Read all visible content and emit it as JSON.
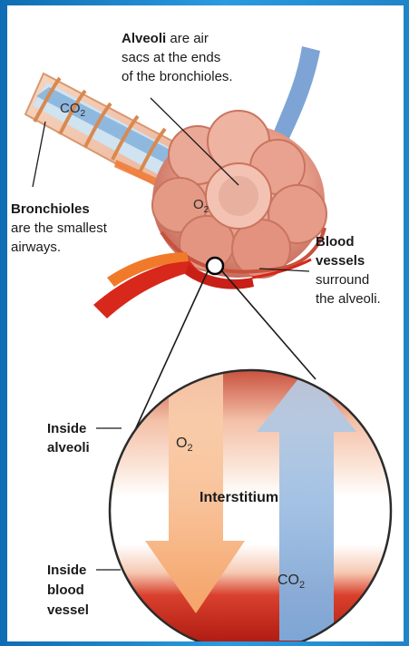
{
  "labels": {
    "alveoli_bold": "Alveoli",
    "alveoli_rest": " are air",
    "alveoli_line2": "sacs at the ends",
    "alveoli_line3": "of the bronchioles.",
    "bronchioles_bold": "Bronchioles",
    "bronchioles_line2": "are the smallest",
    "bronchioles_line3": "airways.",
    "blood_bold_1": "Blood",
    "blood_bold_2": "vessels",
    "blood_line3": "surround",
    "blood_line4": "the alveoli.",
    "inside_alveoli_1": "Inside",
    "inside_alveoli_2": "alveoli",
    "inside_blood_1": "Inside",
    "inside_blood_2": "blood",
    "inside_blood_3": "vessel",
    "interstitium": "Interstitium",
    "co2_top": "CO",
    "co2_top_sub": "2",
    "o2_top": "O",
    "o2_top_sub": "2",
    "o2_circle": "O",
    "o2_circle_sub": "2",
    "co2_circle": "CO",
    "co2_circle_sub": "2"
  },
  "colors": {
    "frame": "#1d8fd0",
    "alveoli_pink": "#e8a08e",
    "blood_red": "#d8271b",
    "vein_blue": "#7da4d4",
    "o2_arrow": "#f6b277",
    "co2_arrow": "#8fb6dd"
  }
}
